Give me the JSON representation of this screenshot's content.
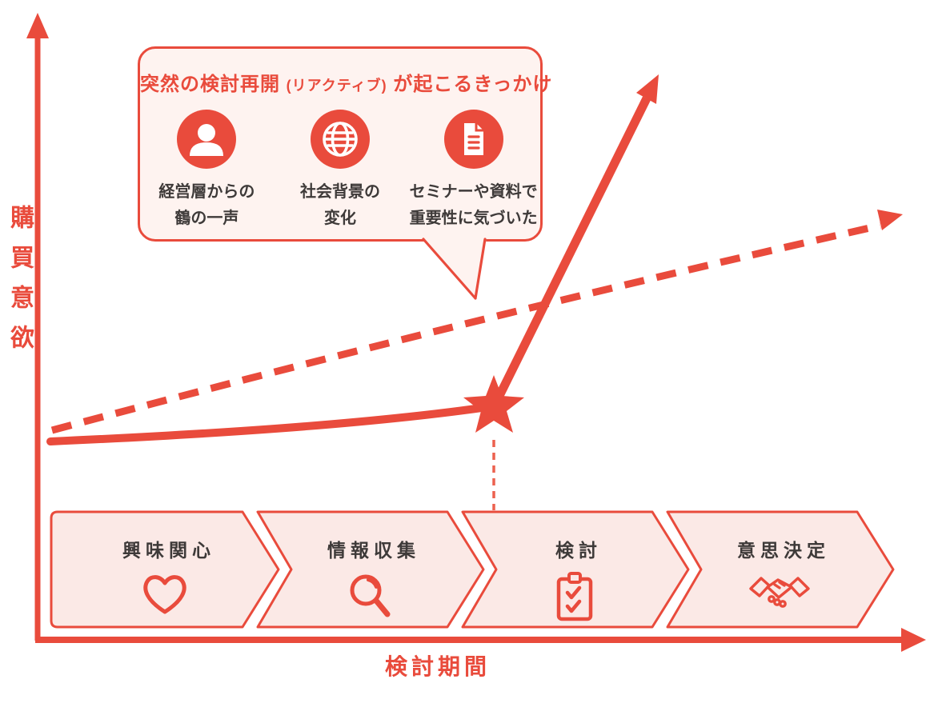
{
  "colors": {
    "red": "#E94B3C",
    "red-soft": "#EC614E",
    "pink": "#FBE9E6",
    "callout-bg": "#FEF3F0",
    "ink": "#3E3A39",
    "paper": "#FFFFFF"
  },
  "axes": {
    "y_label": "購買意欲",
    "x_label": "検討期間"
  },
  "callout": {
    "title_main": "突然の検討再開",
    "title_paren": "(リアクティブ)",
    "title_rest": "が起こるきっかけ",
    "items": [
      {
        "icon": "person-icon",
        "line1": "経営層からの",
        "line2": "鶴の一声"
      },
      {
        "icon": "globe-icon",
        "line1": "社会背景の",
        "line2": "変化"
      },
      {
        "icon": "document-icon",
        "line1": "セミナーや資料で",
        "line2": "重要性に気づいた"
      }
    ]
  },
  "stages": [
    {
      "label": "興味関心",
      "icon": "heart-icon"
    },
    {
      "label": "情報収集",
      "icon": "search-icon"
    },
    {
      "label": "検討",
      "icon": "checklist-icon"
    },
    {
      "label": "意思決定",
      "icon": "handshake-icon"
    }
  ]
}
